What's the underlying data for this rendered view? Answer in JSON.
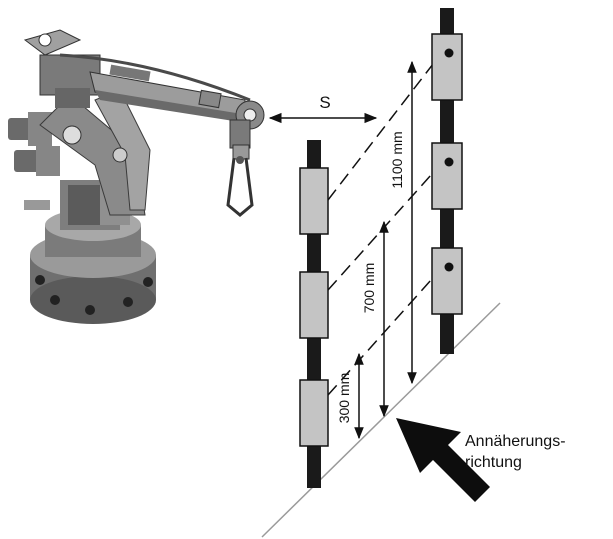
{
  "labels": {
    "distance": "S",
    "height_top": "1100 mm",
    "height_mid": "700 mm",
    "height_low": "300 mm",
    "direction_line1": "Annäherungs-",
    "direction_line2": "richtung"
  },
  "colors": {
    "post": "#1a1a1a",
    "beam_unit": "#c4c4c4",
    "robot_body": "#8c8c8c",
    "robot_dark": "#4a4a4a",
    "robot_light": "#b5b5b5",
    "floor_line": "#9a9a9a",
    "arrow": "#0d0d0d"
  },
  "icons": {
    "robot": "industrial-robot-arm-icon",
    "approach": "approach-direction-arrow-icon"
  }
}
